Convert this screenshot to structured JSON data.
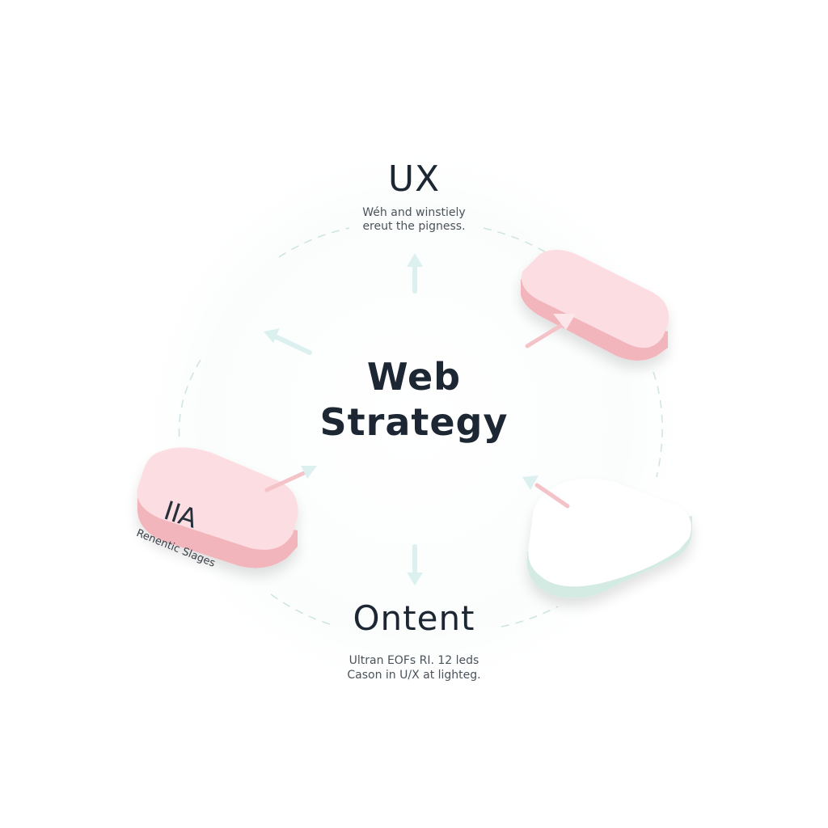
{
  "diagram": {
    "type": "cycle",
    "center": {
      "title_line1": "Web",
      "title_line2": "Strategy"
    },
    "nodes": [
      {
        "id": "ux",
        "title": "UX",
        "description_line1": "Wéh and winstiely",
        "description_line2": "ereut the pigness.",
        "position": "top"
      },
      {
        "id": "top-right-block",
        "title": "",
        "position": "top-right",
        "color": "#f8d3d8"
      },
      {
        "id": "bottom-right-block",
        "title": "",
        "position": "bottom-right",
        "color": "#d9eee6"
      },
      {
        "id": "content",
        "title": "Ontent",
        "description_line1": "Ultran EOFs RI. 12 leds",
        "description_line2": "Cason in U/X at lighteg.",
        "position": "bottom"
      },
      {
        "id": "ia",
        "title": "IIA",
        "caption": "Renentic Slages",
        "position": "left",
        "color": "#f8d3d8"
      }
    ],
    "colors": {
      "text_dark": "#1c2733",
      "text_muted": "#4a525a",
      "pink_top": "#fcdde2",
      "pink_side": "#f1b5bb",
      "mint_side": "#d3ebe2",
      "arrow_pale": "#dcf0f0",
      "arrow_pink": "#f4c3c8",
      "dashed_ring": "#cfe3e3",
      "background": "#ffffff"
    }
  }
}
